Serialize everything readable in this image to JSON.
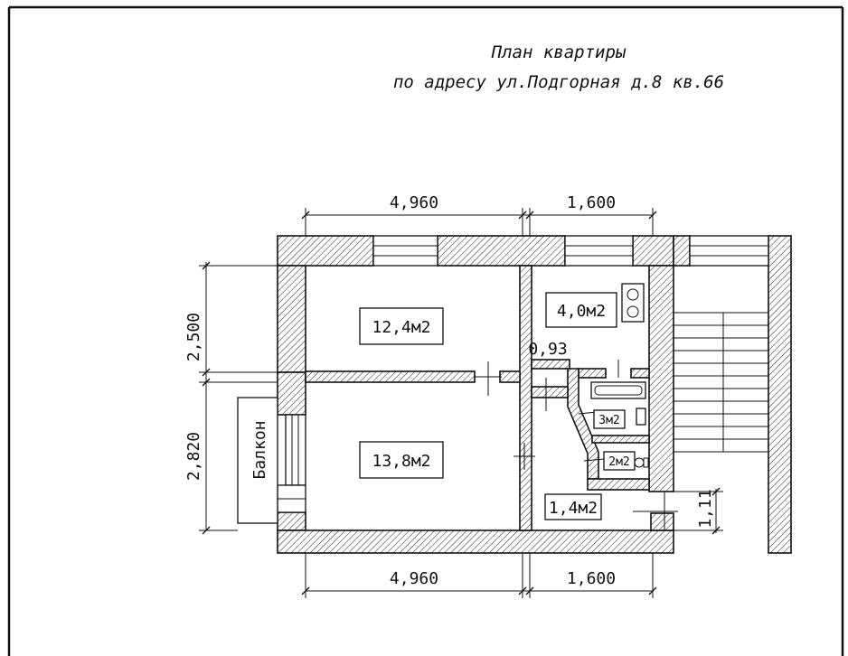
{
  "title": {
    "line1": "План квартиры",
    "line2": "по адресу ул.Подгорная д.8 кв.66"
  },
  "dimensions": {
    "top_left": "4,960",
    "top_right": "1,600",
    "bottom_left": "4,960",
    "bottom_right": "1,600",
    "left_upper": "2,500",
    "left_lower": "2,820",
    "right_small": "1,11",
    "corridor_width": "0,93"
  },
  "rooms": {
    "room_upper": "12,4м2",
    "room_lower": "13,8м2",
    "kitchen": "4,0м2",
    "bathroom": "3м2",
    "toilet": "2м2",
    "hallway": "1,4м2"
  },
  "balcony": "Балкон",
  "colors": {
    "line": "#111111",
    "background": "#ffffff"
  }
}
